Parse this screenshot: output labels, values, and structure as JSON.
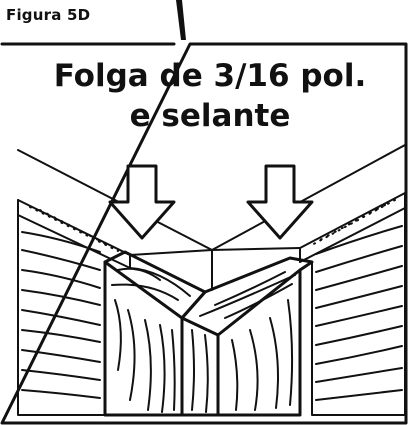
{
  "figure": {
    "label": "Figura 5D",
    "caption_line1": "Folga de 3/16 pol.",
    "caption_line2": "e selante"
  },
  "colors": {
    "ink": "#111111",
    "background": "#ffffff"
  }
}
